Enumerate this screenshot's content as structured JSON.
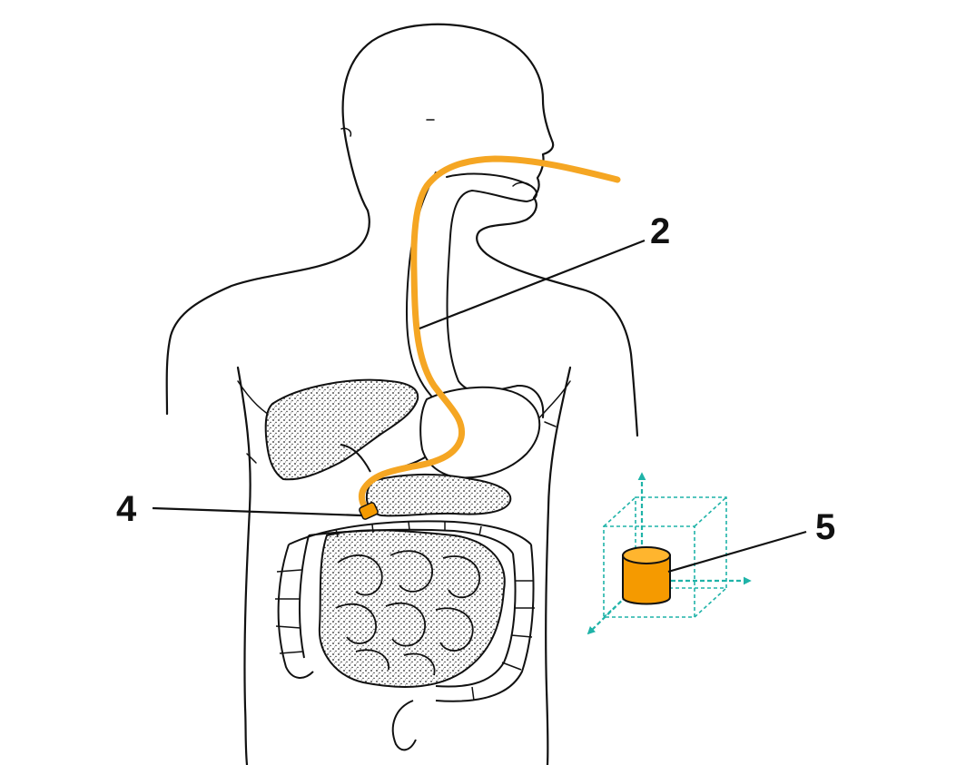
{
  "labels": {
    "tube": "2",
    "tip": "4",
    "capsule": "5"
  },
  "colors": {
    "background": "#ffffff",
    "outline": "#111111",
    "organ_fill": "#d9d9d9",
    "tube": "#f5a623",
    "capsule": "#f59a00",
    "axes": "#1fb3a8"
  }
}
